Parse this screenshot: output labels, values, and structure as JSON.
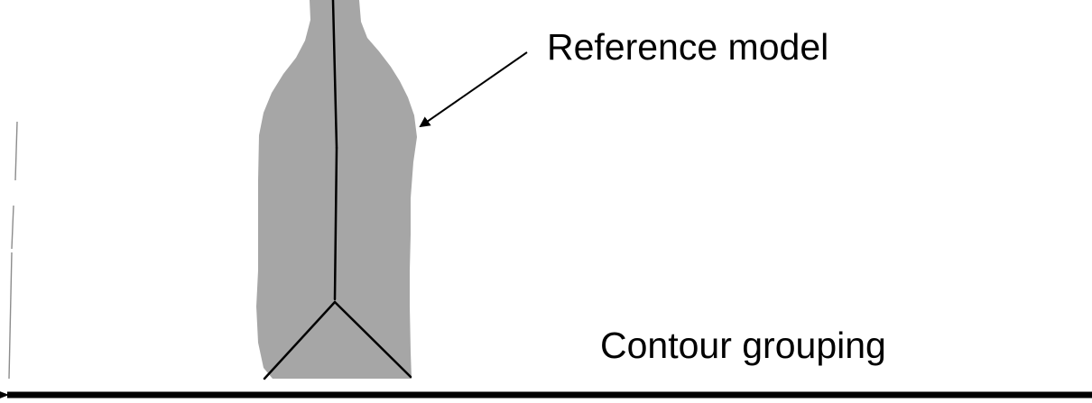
{
  "labels": {
    "reference_model": "Reference model",
    "contour_grouping": "Contour grouping"
  },
  "colors": {
    "background": "#ffffff",
    "silhouette_fill": "#a6a6a6",
    "skeleton_line": "#000000",
    "arrow": "#000000",
    "contour_line": "#8c8c8c"
  },
  "icons": {
    "callout_arrow": "arrow-down-left",
    "axis_arrow": "arrow-left"
  }
}
